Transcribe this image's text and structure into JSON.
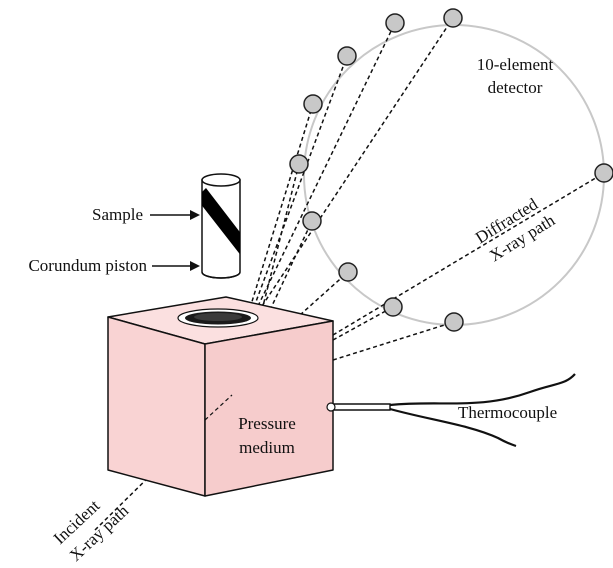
{
  "diagram": {
    "labels": {
      "detector_line1": "10-element",
      "detector_line2": "detector",
      "sample": "Sample",
      "piston": "Corundum piston",
      "diffracted_line1": "Diffracted",
      "diffracted_line2": "X-ray path",
      "pressure_line1": "Pressure",
      "pressure_line2": "medium",
      "thermocouple": "Thermocouple",
      "incident_line1": "Incident",
      "incident_line2": "X-ray path"
    },
    "detector_element_count": 10,
    "colors": {
      "cube_front": "#f9d3d3",
      "cube_top": "#fbe0e0",
      "cube_side": "#f6cccc",
      "detector_element": "#c8c8c8",
      "detector_ring": "#c8c8c8",
      "sample_band": "#000000"
    }
  }
}
